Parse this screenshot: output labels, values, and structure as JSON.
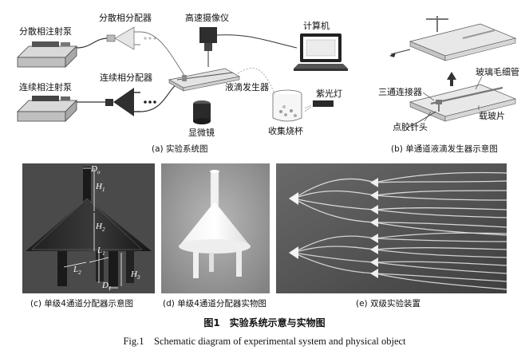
{
  "panel_a": {
    "labels": {
      "pump_dispersed": "分散相注射泵",
      "pump_continuous": "连续相注射泵",
      "distributor_dispersed": "分散相分配器",
      "distributor_continuous": "连续相分配器",
      "camera": "高速摄像仪",
      "computer": "计算机",
      "droplet_generator": "液滴发生器",
      "microscope": "显微镜",
      "beaker": "收集烧杯",
      "uv_lamp": "紫光灯"
    },
    "caption": "(a) 实验系统图"
  },
  "panel_b": {
    "labels": {
      "capillary": "玻璃毛细管",
      "tee": "三通连接器",
      "slide": "载玻片",
      "needle": "点胶针头"
    },
    "caption": "(b) 单通道液滴发生器示意图"
  },
  "panel_c": {
    "labels": {
      "D0": "D",
      "D0_sub": "o",
      "H1": "H",
      "H1_sub": "1",
      "H2": "H",
      "H2_sub": "2",
      "L1": "L",
      "L1_sub": "1",
      "L2": "L",
      "L2_sub": "2",
      "H3": "H",
      "H3_sub": "3",
      "D1": "D",
      "D1_sub": "1"
    },
    "caption": "(c) 单级4通道分配器示意图"
  },
  "panel_d": {
    "caption": "(d) 单级4通道分配器实物图"
  },
  "panel_e": {
    "caption": "(e) 双级实验装置"
  },
  "figure": {
    "caption_cn": "图1　实验系统示意与实物图",
    "caption_en": "Fig.1　Schematic diagram of experimental system and physical object"
  }
}
